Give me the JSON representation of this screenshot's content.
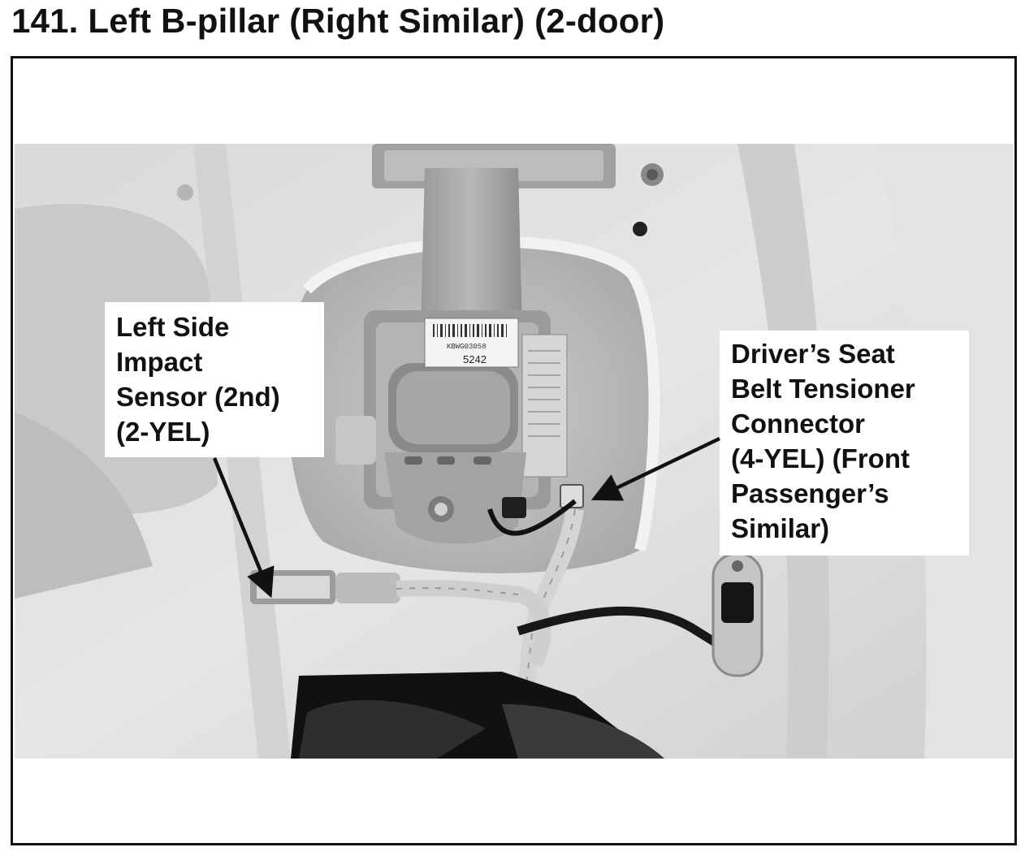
{
  "page": {
    "title": "141. Left B-pillar (Right Similar) (2-door)"
  },
  "figure": {
    "callouts": {
      "left_side_impact_sensor": {
        "lines": [
          "Left Side",
          "Impact",
          "Sensor (2nd)",
          "(2-YEL)"
        ]
      },
      "seat_belt_tensioner_connector": {
        "lines": [
          "Driver’s Seat",
          "Belt Tensioner",
          "Connector",
          "(4-YEL) (Front",
          "Passenger’s",
          "Similar)"
        ]
      }
    },
    "label_text": {
      "barcode_number": "KBWG03058",
      "code": "5242"
    },
    "colors": {
      "frame_border": "#111111",
      "photo_tone": "grayscale"
    }
  }
}
